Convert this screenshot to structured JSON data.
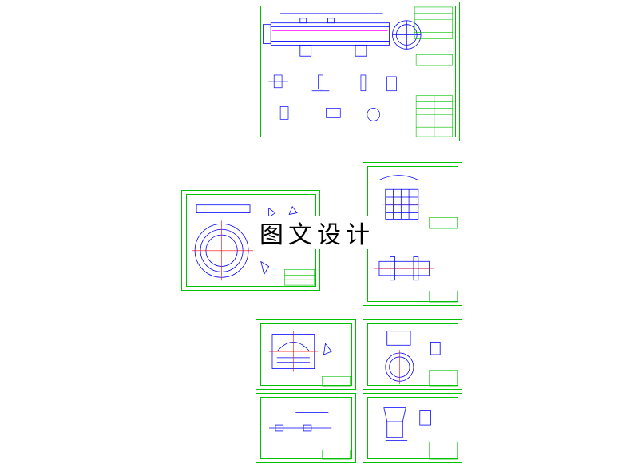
{
  "watermark": {
    "text": "图文设计"
  },
  "colors": {
    "frame": "#00c000",
    "line": "#0000ff",
    "center": "#ff0000",
    "accent": "#ff00ff",
    "background": "#ffffff"
  },
  "sheets": [
    {
      "name": "heat-exchanger-assembly-sheet"
    },
    {
      "name": "tubesheet-layout-sheet"
    },
    {
      "name": "head-cover-sheet"
    },
    {
      "name": "flange-detail-sheet"
    },
    {
      "name": "baffle-sheet"
    },
    {
      "name": "channel-sheet"
    },
    {
      "name": "tie-rod-sheet"
    },
    {
      "name": "support-saddle-sheet"
    }
  ]
}
